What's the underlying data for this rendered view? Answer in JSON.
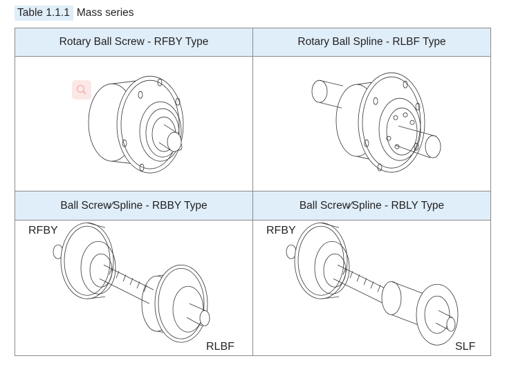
{
  "caption": {
    "number": "Table 1.1.1",
    "title": "Mass series"
  },
  "table": {
    "cells": [
      {
        "header": "Rotary Ball Screw - RFBY Type",
        "illustration": "rotary-ball-screw-rfby",
        "labels": []
      },
      {
        "header": "Rotary Ball Spline - RLBF Type",
        "illustration": "rotary-ball-spline-rlbf",
        "labels": []
      },
      {
        "header": "Ball Screw∕Spline - RBBY Type",
        "illustration": "ball-screw-spline-rbby",
        "labels": [
          "RFBY",
          "RLBF"
        ]
      },
      {
        "header": "Ball Screw∕Spline - RBLY Type",
        "illustration": "ball-screw-spline-rbly",
        "labels": [
          "RFBY",
          "SLF"
        ]
      }
    ]
  },
  "overlay": {
    "icon": "search-icon"
  },
  "colors": {
    "header_bg": "#dfeef9",
    "border": "#8a8a8a",
    "overlay_icon": "#f5aaaa"
  }
}
